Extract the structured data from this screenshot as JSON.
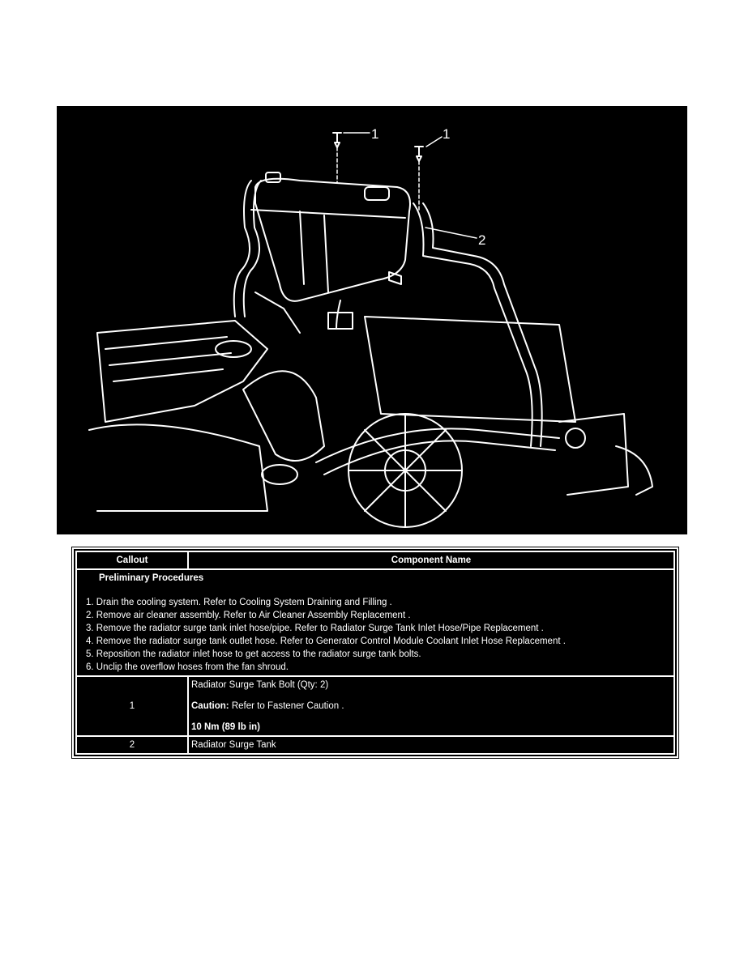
{
  "figure": {
    "callout_labels": [
      "1",
      "1",
      "2"
    ],
    "background": "#000000",
    "line_color": "#ffffff"
  },
  "table": {
    "headers": {
      "callout": "Callout",
      "component": "Component Name"
    },
    "preliminary": {
      "title": "Preliminary Procedures",
      "steps": [
        "1.  Drain the cooling system. Refer to Cooling System Draining and Filling .",
        "2.  Remove air cleaner assembly. Refer to Air Cleaner Assembly Replacement .",
        "3.  Remove the radiator surge tank inlet hose/pipe. Refer to Radiator Surge Tank Inlet Hose/Pipe Replacement .",
        "4.  Remove the radiator surge tank outlet hose. Refer to Generator Control Module Coolant Inlet Hose Replacement .",
        "5.  Reposition the radiator inlet hose to get access to the radiator surge tank bolts.",
        "6.  Unclip the overflow hoses from the fan shroud."
      ]
    },
    "rows": [
      {
        "callout": "1",
        "name": "Radiator Surge Tank Bolt (Qty: 2)",
        "caution_label": "Caution:",
        "caution_text": " Refer to Fastener Caution .",
        "torque": "10 Nm (89 lb in)"
      },
      {
        "callout": "2",
        "name": "Radiator Surge Tank"
      }
    ]
  }
}
